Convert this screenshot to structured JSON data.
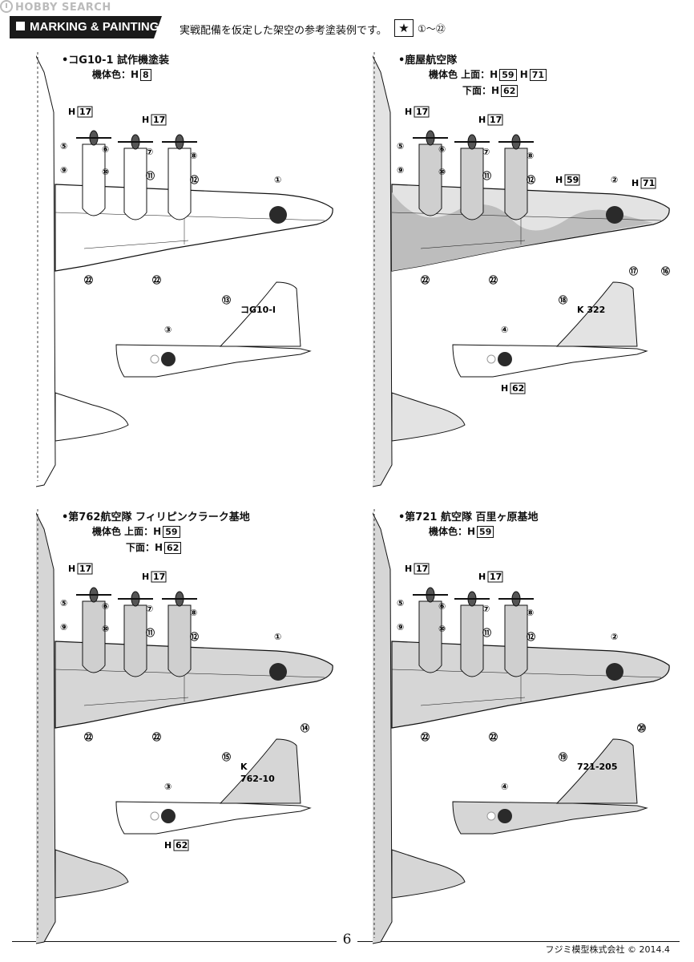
{
  "watermark": "HOBBY SEARCH",
  "header": {
    "title": "MARKING & PAINTING",
    "note": "実戦配備を仮定した架空の参考塗装例です。",
    "decal_range": "①～㉒"
  },
  "schemes": [
    {
      "title": "•コG10-1 試作機塗装",
      "line1": "機体色：H",
      "line1_code": "8",
      "line2": "",
      "line2_code": "",
      "tail_code": "コG10-I",
      "wing_roundel": "①",
      "fus_roundel": "③",
      "tail_decal": "⑬"
    },
    {
      "title": "•鹿屋航空隊",
      "line1": "機体色 上面：H",
      "line1_code": "59",
      "line1_extra": "H",
      "line1_code2": "71",
      "line2": "下面：H",
      "line2_code": "62",
      "tail_code": "K 322",
      "wing_roundel": "②",
      "fus_roundel": "④",
      "tail_decal": "⑱",
      "top_decals": "⑰",
      "top_decals2": "⑯"
    },
    {
      "title": "•第762航空隊 フィリピンクラーク基地",
      "line1": "機体色 上面：H",
      "line1_code": "59",
      "line2": "下面：H",
      "line2_code": "62",
      "tail_code": "K",
      "tail_code2": "762-10",
      "wing_roundel": "①",
      "fus_roundel": "③",
      "tail_decal": "⑮",
      "tail_decal2": "⑭"
    },
    {
      "title": "•第721 航空隊 百里ヶ原基地",
      "line1": "機体色：H",
      "line1_code": "59",
      "line2": "",
      "line2_code": "",
      "tail_code": "721-205",
      "wing_roundel": "②",
      "fus_roundel": "④",
      "tail_decal": "⑲",
      "tail_decal2": "⑳"
    }
  ],
  "common": {
    "prop_color": "H",
    "prop_code": "17",
    "nac5": "⑤",
    "nac9": "⑨",
    "nac6": "⑥",
    "nac10": "⑩",
    "nac7": "⑦",
    "nac11": "⑪",
    "nac8": "⑧",
    "nac12": "⑫",
    "walk": "㉒",
    "h59": "H",
    "h59c": "59",
    "h71": "H",
    "h71c": "71",
    "h62": "H",
    "h62c": "62"
  },
  "footer": {
    "page": "6",
    "copyright": "フジミ模型株式会社 © 2014.4"
  },
  "colors": {
    "ink": "#111111",
    "grey_light": "#d9d9d9",
    "grey_mid": "#bcbcbc",
    "roundel": "#2a2a2a"
  }
}
